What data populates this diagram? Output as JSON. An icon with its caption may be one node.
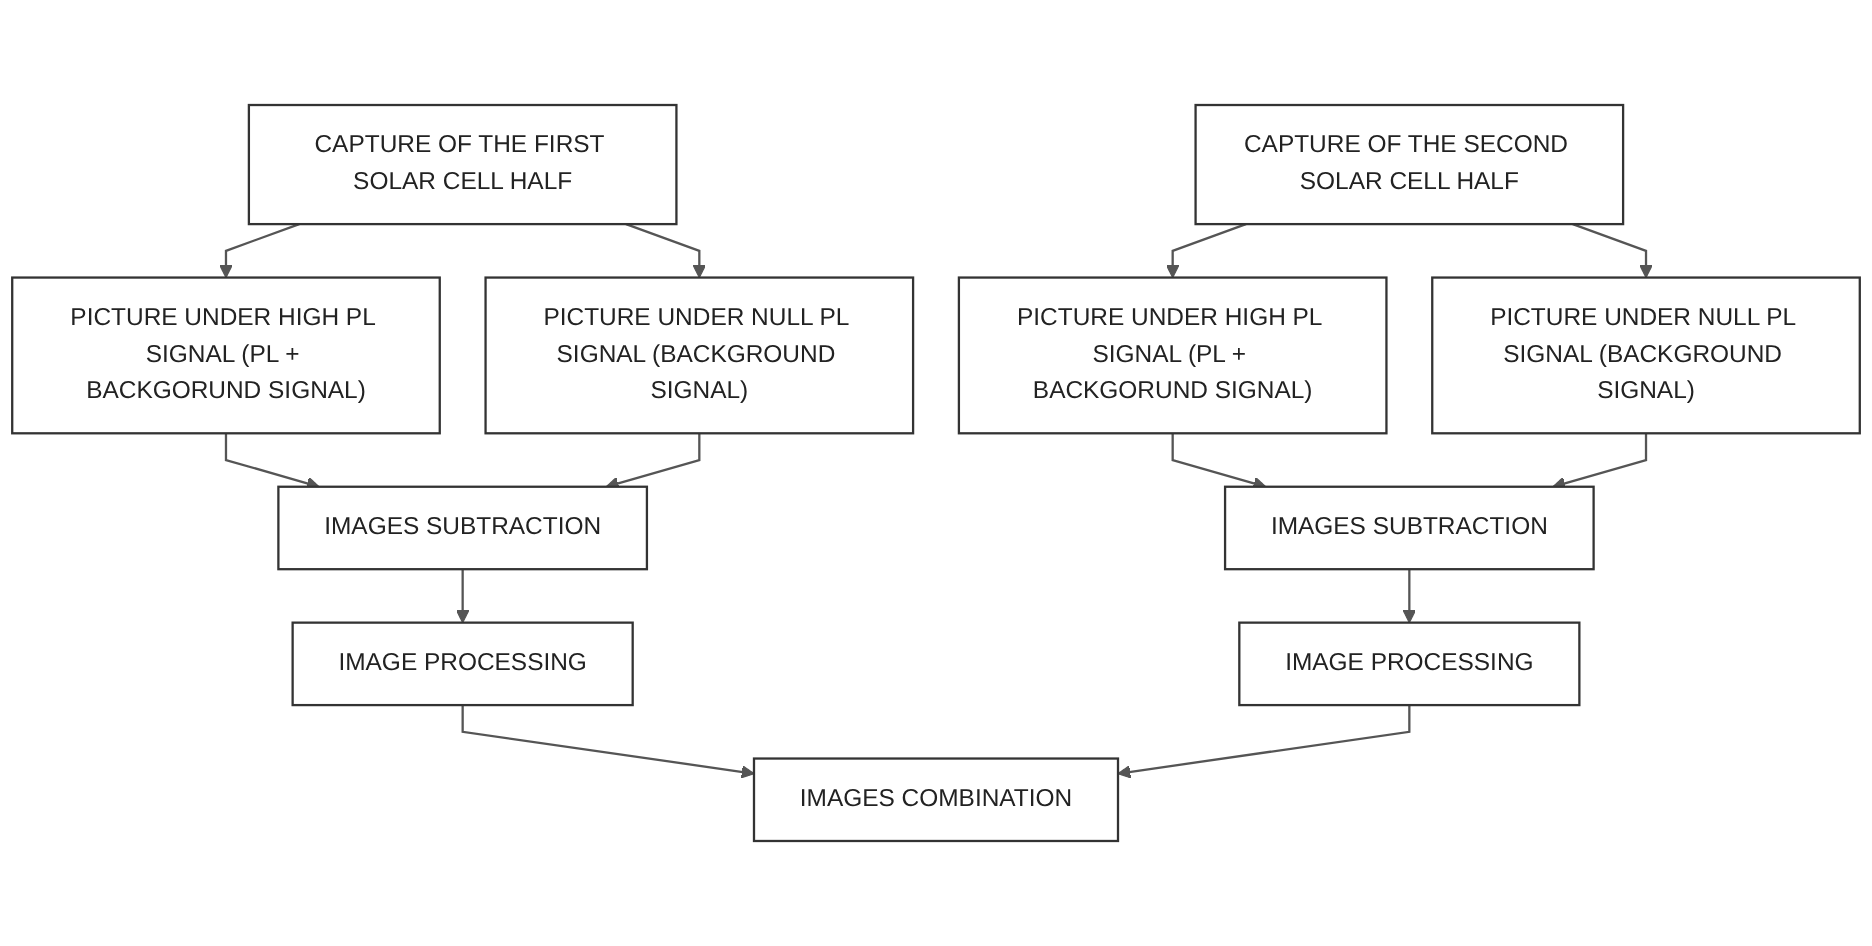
{
  "diagram": {
    "nodes": [
      {
        "text": [
          "CAPTURE OF THE FIRST SOLAR CELL HALF"
        ]
      },
      {
        "text": [
          "CAPTURE OF THE SECOND SOLAR CELL HALF"
        ]
      },
      {
        "text": [
          "PICTURE UNDER HIGH PL SIGNAL (PL + BACKGORUND SIGNAL)"
        ]
      },
      {
        "text": [
          "PICTURE UNDER NULL PL SIGNAL (BACKGROUND SIGNAL)"
        ]
      },
      {
        "text": [
          "PICTURE UNDER HIGH PL SIGNAL (PL + BACKGORUND SIGNAL)"
        ]
      },
      {
        "text": [
          "PICTURE UNDER NULL PL SIGNAL (BACKGROUND SIGNAL)"
        ]
      },
      {
        "text": [
          "IMAGES SUBTRACTION"
        ]
      },
      {
        "text": [
          "IMAGES SUBTRACTION"
        ]
      },
      {
        "text": [
          "IMAGE PROCESSING"
        ]
      },
      {
        "text": [
          "IMAGE PROCESSING"
        ]
      },
      {
        "text": [
          "IMAGES COMBINATION"
        ]
      }
    ],
    "edges": [
      {
        "from": 0,
        "to": 2,
        "arrow": "to"
      },
      {
        "from": 0,
        "to": 3,
        "arrow": "to"
      },
      {
        "from": 1,
        "to": 4,
        "arrow": "to"
      },
      {
        "from": 1,
        "to": 5,
        "arrow": "to"
      },
      {
        "from": 2,
        "to": 6,
        "arrow": "to"
      },
      {
        "from": 3,
        "to": 6,
        "arrow": "to"
      },
      {
        "from": 4,
        "to": 7,
        "arrow": "to"
      },
      {
        "from": 5,
        "to": 7,
        "arrow": "to"
      },
      {
        "from": 6,
        "to": 8,
        "arrow": "to"
      },
      {
        "from": 7,
        "to": 9,
        "arrow": "to"
      },
      {
        "from": 8,
        "to": 10,
        "arrow": "to"
      },
      {
        "from": 9,
        "to": 10,
        "arrow": "to"
      }
    ]
  }
}
